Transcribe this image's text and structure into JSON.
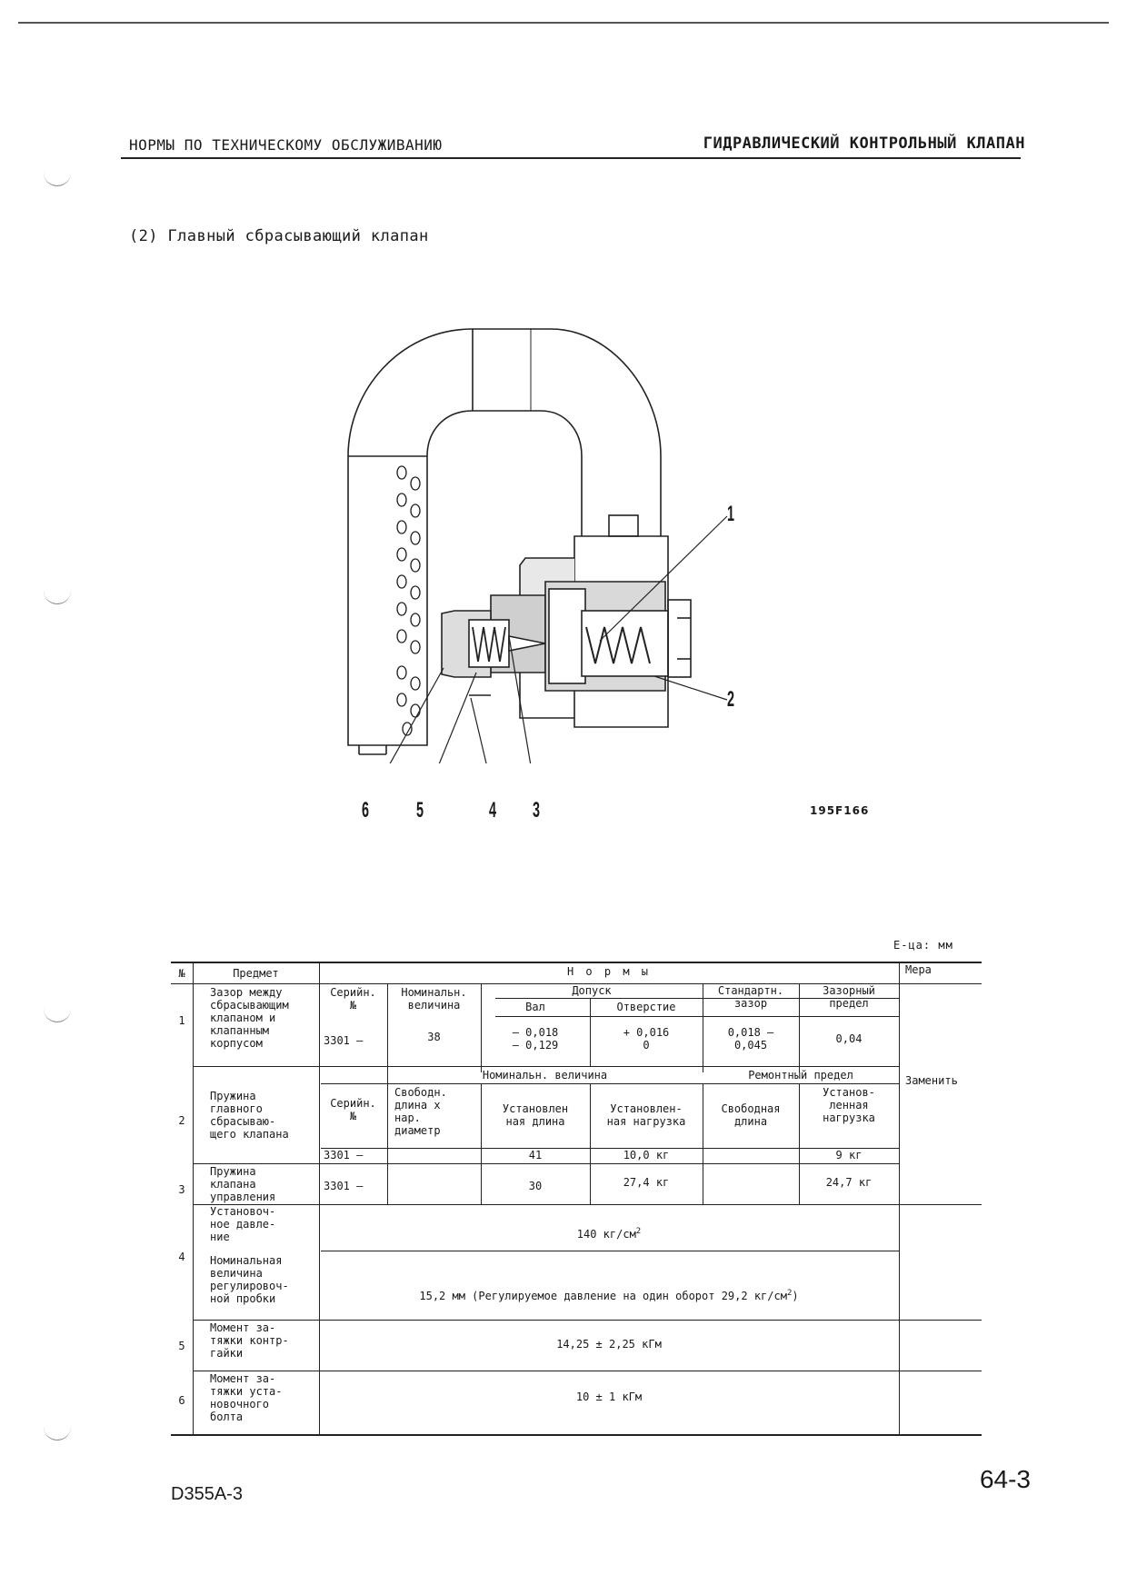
{
  "header": {
    "left": "НОРМЫ ПО ТЕХНИЧЕСКОМУ ОБСЛУЖИВАНИЮ",
    "right": "ГИДРАВЛИЧЕСКИЙ КОНТРОЛЬНЫЙ КЛАПАН"
  },
  "section_title": "(2) Главный сбрасывающий клапан",
  "figure": {
    "code": "195F166",
    "callouts": [
      "1",
      "2",
      "3",
      "4",
      "5",
      "6"
    ]
  },
  "table": {
    "unit": "Е-ца:  мм",
    "headers": {
      "no": "№",
      "item": "Предмет",
      "norms": "Н о р м ы",
      "measure": "Мера"
    },
    "row1": {
      "no": "1",
      "item": "Зазор между\nсбрасывающим\nклапаном и\nклапанным\nкорпусом",
      "serial_h": "Серийн.\n№",
      "nominal_h": "Номинальн.\nвеличина",
      "tolerance_h": "Допуск",
      "shaft_h": "Вал",
      "hole_h": "Отверстие",
      "std_h": "Стандартн.\nзазор",
      "clear_h": "Зазорный\nпредел",
      "serial": "3301 –",
      "nominal": "38",
      "shaft": "– 0,018\n– 0,129",
      "hole": "+ 0,016\n0",
      "std": "0,018 –\n0,045",
      "clear": "0,04"
    },
    "row2": {
      "no": "2",
      "item": "Пружина\nглавного\nсбрасываю-\nщего клапана",
      "serial_h": "Серийн.\n№",
      "nominal_h": "Номинальн. величина",
      "repair_h": "Ремонтный предел",
      "free_h": "Свободн.\nдлина х\nнар.\nдиаметр",
      "inst_len_h": "Установлен\nная длина",
      "inst_load_h": "Установлен-\nная нагрузка",
      "free_len_h": "Свободная\nдлина",
      "rep_load_h": "Установ-\nленная\nнагрузка",
      "serial": "3301 –",
      "inst_len": "41",
      "inst_load": "10,0 кг",
      "rep_load": "9 кг"
    },
    "row3": {
      "no": "3",
      "item": "Пружина\nклапана\nуправления",
      "serial": "3301 –",
      "inst_len": "30",
      "inst_load": "27,4 кг",
      "rep_load": "24,7 кг"
    },
    "row4": {
      "no": "4",
      "item_a": "Установоч-\nное давле-\nние",
      "item_b": "Номинальная\nвеличина\nрегулировоч-\nной пробки",
      "value_a": "140 кг/см",
      "value_b": "15,2 мм (Регулируемое давление на один оборот 29,2 кг/см",
      "value_b_end": ")",
      "sup": "2"
    },
    "row5": {
      "no": "5",
      "item": "Момент за-\nтяжки контр-\nгайки",
      "value": "14,25 ± 2,25 кГм"
    },
    "row6": {
      "no": "6",
      "item": "Момент за-\nтяжки уста-\nновочного\nболта",
      "value": "10 ± 1 кГм"
    },
    "measure": "Заменить"
  },
  "footer": {
    "model": "D355A-3",
    "page": "64-3"
  }
}
